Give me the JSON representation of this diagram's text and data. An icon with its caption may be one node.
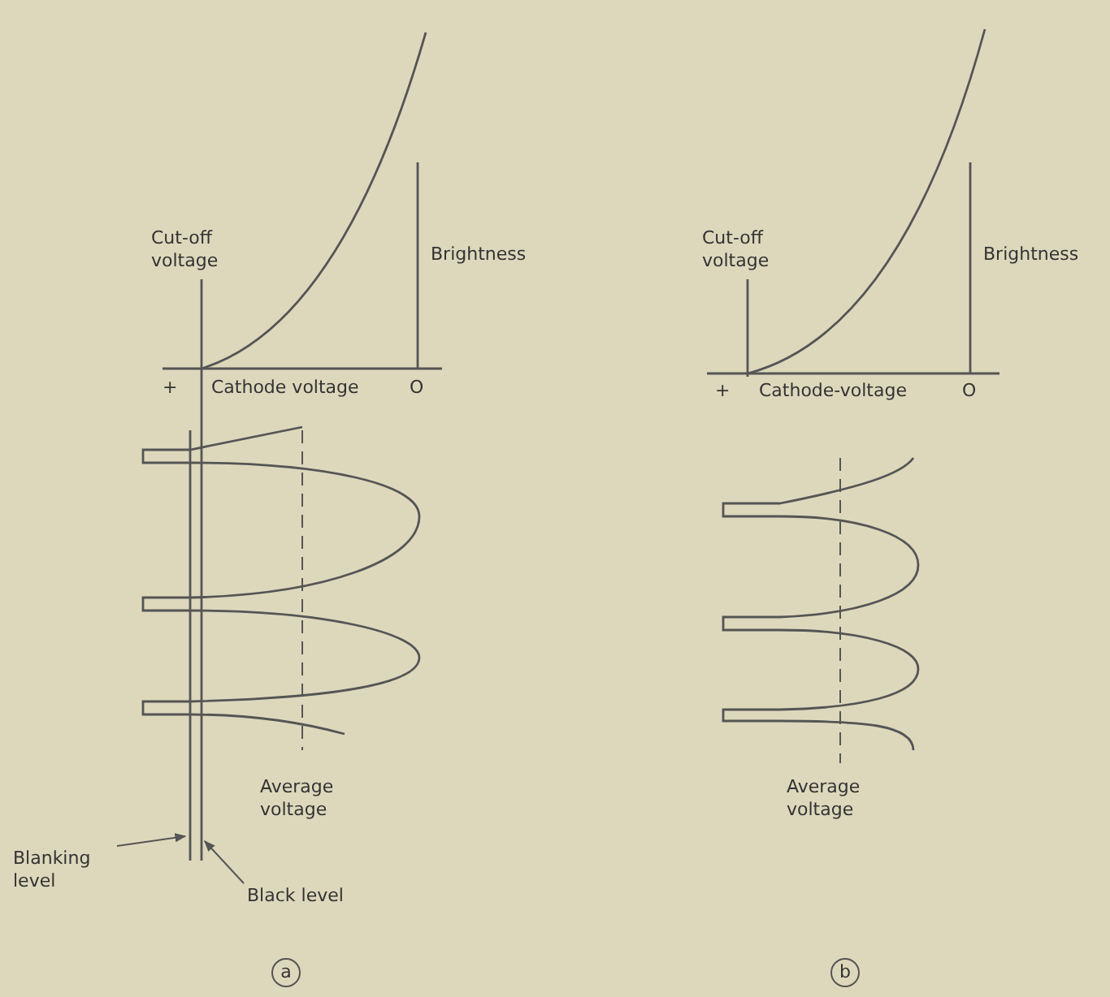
{
  "diagram": {
    "nodes": [
      {
        "text": [
          "Blanking level"
        ]
      },
      {
        "text": [
          "Black level"
        ]
      }
    ],
    "edges": [
      {
        "from": 0,
        "to": null,
        "arrow": "to"
      },
      {
        "from": 1,
        "to": null,
        "arrow": "to"
      }
    ],
    "labels": [
      "Cut-off voltage",
      "Brightness",
      "+",
      "Cathode voltage",
      "O",
      "Average voltage",
      "a",
      "Cut-off voltage",
      "Brightness",
      "+",
      "Cathode-voltage",
      "O",
      "Average voltage",
      "b"
    ]
  }
}
